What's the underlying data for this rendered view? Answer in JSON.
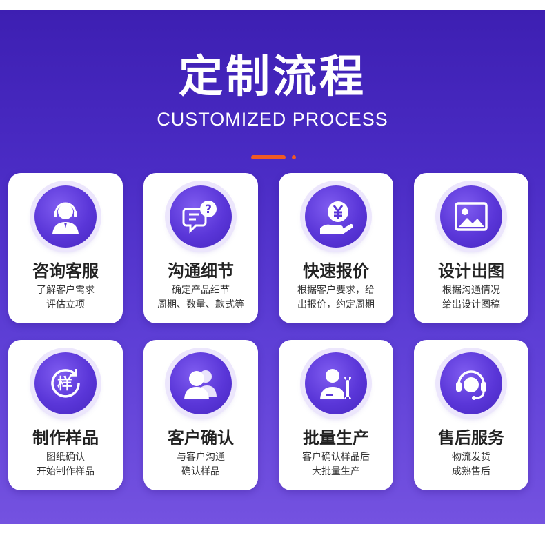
{
  "header": {
    "title": "定制流程",
    "subtitle": "CUSTOMIZED PROCESS"
  },
  "colors": {
    "background_top": "#3d1fb2",
    "background_bottom": "#7452e0",
    "accent": "#f05a24",
    "icon_circle": "#5a36d8",
    "card": "#ffffff"
  },
  "steps": [
    {
      "icon": "customer-service-agent-icon",
      "title": "咨询客服",
      "lines": [
        "了解客户需求",
        "评估立项"
      ]
    },
    {
      "icon": "chat-question-icon",
      "title": "沟通细节",
      "lines": [
        "确定产品细节",
        "周期、数量、款式等"
      ]
    },
    {
      "icon": "yen-hand-icon",
      "title": "快速报价",
      "lines": [
        "根据客户要求，给",
        "出报价，约定周期"
      ]
    },
    {
      "icon": "image-picture-icon",
      "title": "设计出图",
      "lines": [
        "根据沟通情况",
        "给出设计图稿"
      ]
    },
    {
      "icon": "sample-cycle-icon",
      "title": "制作样品",
      "lines": [
        "图纸确认",
        "开始制作样品"
      ]
    },
    {
      "icon": "two-people-icon",
      "title": "客户确认",
      "lines": [
        "与客户沟通",
        "确认样品"
      ]
    },
    {
      "icon": "worker-wrench-icon",
      "title": "批量生产",
      "lines": [
        "客户确认样品后",
        "大批量生产"
      ]
    },
    {
      "icon": "headset-support-icon",
      "title": "售后服务",
      "lines": [
        "物流发货",
        "成熟售后"
      ]
    }
  ],
  "icon_glyphs": {
    "sample_char": "样"
  }
}
